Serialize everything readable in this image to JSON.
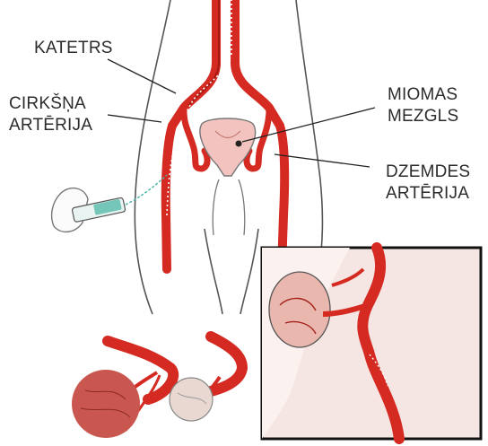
{
  "labels": {
    "catheter": "KATETRS",
    "femoral_artery": [
      "CIRKŠŅA",
      "ARTĒRIJA"
    ],
    "fibroid": [
      "MIOMAS",
      "MEZGLS"
    ],
    "uterine_artery": [
      "DZEMDES",
      "ARTĒRIJA"
    ]
  },
  "colors": {
    "artery": "#d42a22",
    "artery_dark": "#a51812",
    "artery_light": "#e8574c",
    "outline": "#3c3c3c",
    "uterus": "#f3c4bf",
    "fibroid": "#c9574f",
    "inset_border": "#111111",
    "syringe": "#4cb7a6"
  }
}
